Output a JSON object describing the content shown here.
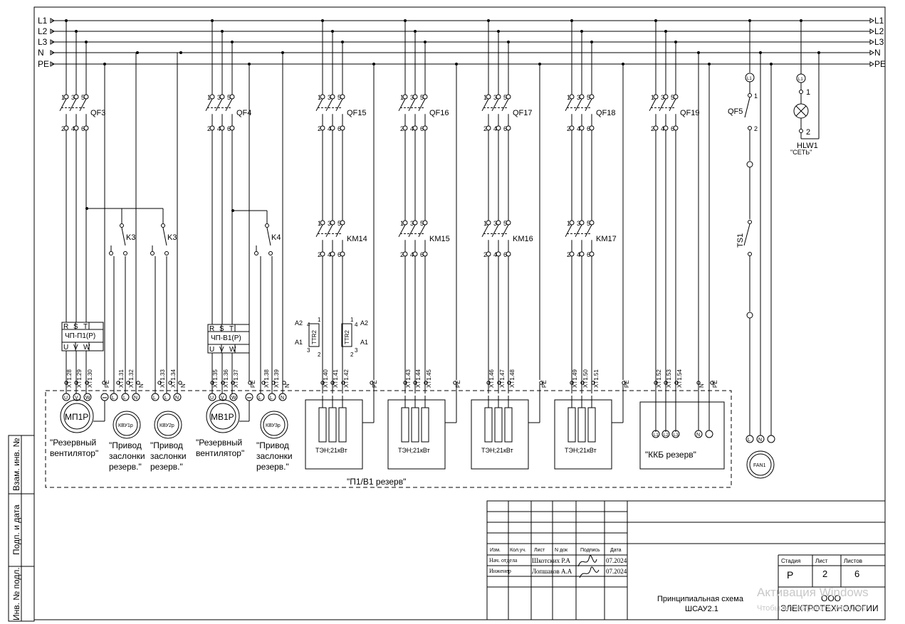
{
  "buses": [
    "L1",
    "L2",
    "L3",
    "N",
    "PE"
  ],
  "pins": {
    "p1": "1",
    "p2": "2",
    "p3": "3",
    "p4": "4",
    "p5": "5",
    "p6": "6"
  },
  "breakers": [
    "QF3",
    "QF4",
    "QF15",
    "QF16",
    "QF17",
    "QF18",
    "QF19"
  ],
  "contactors": [
    "KM14",
    "KM15",
    "KM16",
    "KM17"
  ],
  "relays": [
    "K3",
    "K3",
    "K4"
  ],
  "vfds": [
    {
      "name": "ЧП-П1(Р)",
      "r": "R",
      "s": "S",
      "t": "T",
      "u": "U",
      "v": "V",
      "w": "W"
    },
    {
      "name": "ЧП-В1(Р)",
      "r": "R",
      "s": "S",
      "t": "T",
      "u": "U",
      "v": "V",
      "w": "W"
    }
  ],
  "thermo_relay": {
    "name": "TTR2",
    "a1": "A1",
    "a2": "A2",
    "pin1": "1",
    "pin2": "2",
    "pin3": "3",
    "pin4": "4"
  },
  "terminals": [
    "XT1.28",
    "XT1.29",
    "XT1.30",
    "PE",
    "XT1.31",
    "XT1.32",
    "N",
    "XT1.33",
    "XT1.34",
    "N",
    "XT1.35",
    "XT1.36",
    "XT1.37",
    "PE",
    "XT1.38",
    "XT1.39",
    "N",
    "XT1.40",
    "XT1.41",
    "XT1.42",
    "PE",
    "XT1.43",
    "XT1.44",
    "XT1.45",
    "PE",
    "XT1.46",
    "XT1.47",
    "XT1.48",
    "PE",
    "XT1.49",
    "XT1.50",
    "XT1.51",
    "PE",
    "XT1.52",
    "XT1.53",
    "XT1.54",
    "N",
    "PE"
  ],
  "conn": {
    "u": "U",
    "v": "V",
    "w": "W",
    "l": "L",
    "n": "N"
  },
  "motors": [
    {
      "name": "МП1Р",
      "caption1": "\"Резервный",
      "caption2": "вентилятор\""
    },
    {
      "name": "МВ1Р",
      "caption1": "\"Резервный",
      "caption2": "вентилятор\""
    }
  ],
  "actuators": [
    {
      "name": "КВУ1р",
      "caption1": "\"Привод",
      "caption2": "заслонки",
      "caption3": "резерв.\""
    },
    {
      "name": "КВУ2р",
      "caption1": "\"Привод",
      "caption2": "заслонки",
      "caption3": "резерв.\""
    },
    {
      "name": "КВУ3р",
      "caption1": "\"Привод",
      "caption2": "заслонки",
      "caption3": "резерв.\""
    }
  ],
  "heater_label": "ТЭН;21кВт",
  "kkb_label": "\"ККБ резерв\"",
  "group_label": "\"П1/В1 резерв\"",
  "right_branch": {
    "breaker": "QF5",
    "pin1": "1",
    "pin2": "2",
    "switch": "TS1",
    "fan": "FAN1",
    "lamp": "HLW1",
    "lamp_caption": "\"СЕТЬ\"",
    "lamp_pin1": "1",
    "lamp_pin2": "2"
  },
  "side_stamp": [
    "Взам. инв. №",
    "Подп. и дата",
    "Инв. № подл."
  ],
  "title_block": {
    "headers": [
      "Изм.",
      "Кол.уч.",
      "Лист",
      "N док",
      "Подпись",
      "Дата"
    ],
    "row1": {
      "role": "Нач. отдела",
      "name": "Шкотских Р.А",
      "date": "07.2024"
    },
    "row2": {
      "role": "Инженер",
      "name": "Лопшаков А.А",
      "date": "07.2024"
    },
    "stage_h": "Стадия",
    "sheet_h": "Лист",
    "sheets_h": "Листов",
    "stage": "Р",
    "sheet": "2",
    "sheets": "6",
    "title1": "Принципиальная схема",
    "title2": "ШСАУ2.1",
    "org1": "ООО",
    "org2": "ЭЛЕКТРОТЕХНОЛОГИИ"
  },
  "watermark": {
    "line1": "Активация Windows",
    "line2": "Чтобы активировать Windows"
  }
}
